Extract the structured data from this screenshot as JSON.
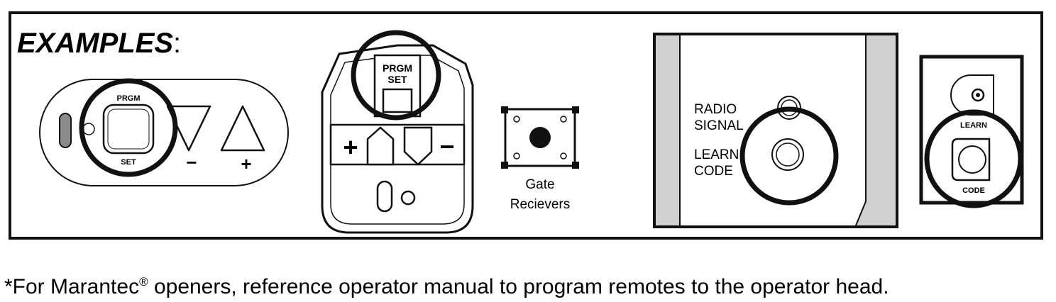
{
  "title": {
    "label": "EXAMPLES",
    "colon": ":"
  },
  "examples": {
    "wall_button": {
      "prgm_label": "PRGM",
      "set_label": "SET",
      "minus_label": "−",
      "plus_label": "+"
    },
    "opener_panel": {
      "label_line1": "PRGM",
      "label_line2": "SET",
      "plus_label": "+",
      "minus_label": "−"
    },
    "gate_receiver": {
      "caption_line1": "Gate",
      "caption_line2": "Recievers"
    },
    "radio_panel": {
      "radio_line1": "RADIO",
      "radio_line2": "SIGNAL",
      "learn_line1": "LEARN",
      "learn_line2": "CODE"
    },
    "learn_button": {
      "learn_label": "LEARN",
      "code_label": "CODE"
    }
  },
  "footnote": {
    "prefix": "*For Marantec",
    "registered": "®",
    "suffix": " openers, reference operator manual to program remotes to the operator head."
  },
  "colors": {
    "ink": "#111111",
    "panel_gray": "#d0d0d0",
    "indicator_gray": "#8a8a8a"
  }
}
